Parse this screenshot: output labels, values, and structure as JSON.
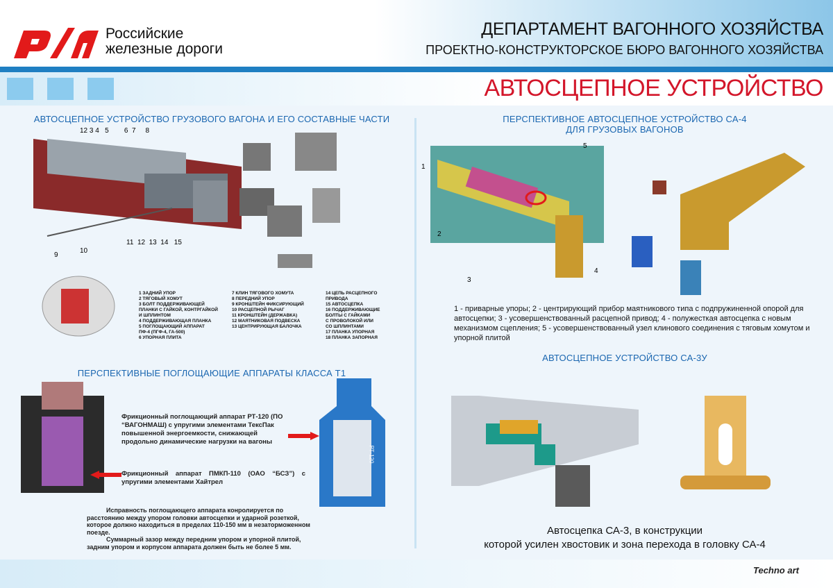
{
  "header": {
    "logo_text_1": "Российские",
    "logo_text_2": "железные дороги",
    "logo_mark": "РЖД",
    "department": "ДЕПАРТАМЕНТ ВАГОННОГО ХОЗЯЙСТВА",
    "bureau": "ПРОЕКТНО-КОНСТРУКТОРСКОЕ БЮРО ВАГОННОГО ХОЗЯЙСТВА",
    "title": "АВТОСЦЕПНОЕ УСТРОЙСТВО"
  },
  "section1": {
    "heading": "АВТОСЦЕПНОЕ УСТРОЙСТВО ГРУЗОВОГО ВАГОНА И ЕГО СОСТАВНЫЕ ЧАСТИ",
    "callouts_top": "12 3 4   5        6  7     8",
    "callouts_bottom": "11  12  13  14   15",
    "callout_9": "9",
    "callout_10": "10",
    "parts_col1": "1 ЗАДНИЙ УПОР\n2 ТЯГОВЫЙ ХОМУТ\n3 БОЛТ ПОДДЕРЖИВАЮЩЕЙ\nПЛАНКИ С ГАЙКОЙ, КОНТРГАЙКОЙ\nИ ШПЛИНТОМ\n4 ПОДДЕРЖИВАЮЩАЯ ПЛАНКА\n5 ПОГЛОЩАЮЩИЙ АППАРАТ\nПФ-4 (ПГФ-4, ГА-500)\n6 УПОРНАЯ ПЛИТА",
    "parts_col2": "7 КЛИН ТЯГОВОГО ХОМУТА\n8 ПЕРЕДНИЙ УПОР\n9 КРОНШТЕЙН ФИКСИРУЮЩИЙ\n10 РАСЦЕПНОЙ РЫЧАГ\n11 КРОНШТЕЙН (ДЕРЖАВКА)\n12 МАЯТНИКОВАЯ ПОДВЕСКА\n13 ЦЕНТРИРУЮЩАЯ БАЛОЧКА",
    "parts_col3": "14 ЦЕПЬ РАСЦЕПНОГО\nПРИВОДА\n15 АВТОСЦЕПКА\n16 ПОДДЕРЖИВАЮЩИЕ\nБОЛТЫ С ГАЙКАМИ\nС ПРОВОЛОКОЙ ИЛИ\nСО ШПЛИНТАМИ\n17 ПЛАНКА УПОРНАЯ\n18 ПЛАНКА ЗАПОРНАЯ"
  },
  "section2": {
    "heading_1": "ПЕРСПЕКТИВНОЕ АВТОСЦЕПНОЕ УСТРОЙСТВО СА-4",
    "heading_2": "ДЛЯ ГРУЗОВЫХ ВАГОНОВ",
    "callouts": [
      "1",
      "2",
      "3",
      "4",
      "5"
    ],
    "description": "1 - приварные упоры; 2 - центрирующий прибор маятникового типа с подпружиненной опорой для автосцепки; 3 - усовершенствованный расцепной привод; 4 - полужесткая автосцепка с новым механизмом сцепления; 5 - усовершенствованный узел клинового соединения с тяговым хомутом и упорной плитой"
  },
  "section3": {
    "heading": "ПЕРСПЕКТИВНЫЕ ПОГЛОЩАЮЩИЕ АППАРАТЫ КЛАССА Т1",
    "rt120": "Фрикционный поглощающий аппарат РТ-120 (ПО “ВАГОНМАШ) с упругими элементами ТексПак повышенной энергоемкости, снижающей продольно динамические нагрузки на вагоны",
    "pmkp": "Фрикционный аппарат ПМКП-110 (ОАО “БСЗ”) с упругими элементами Хайтрел",
    "note_1": "Исправность поглощающего аппарата конролируется по расстоянию между упором головки автосцепки и ударной розеткой, которое должно находиться в пределах 110-150 мм в незаторможенном поезде.",
    "note_2": "Суммарный зазор между передним упором и упорной плитой, задним упором и корпусом аппарата должен быть не более 5 мм.",
    "device_label": "РТ-120"
  },
  "section4": {
    "heading": "АВТОСЦЕПНОЕ УСТРОЙСТВО СА-3У",
    "caption_1": "Автосцепка СА-3, в конструкции",
    "caption_2": "которой усилен хвостовик и зона перехода в головку СА-4"
  },
  "footer": {
    "brand": "Techno art"
  },
  "colors": {
    "accent_red": "#d3162a",
    "heading_blue": "#1a66b0",
    "stripe_blue": "#1f7fc2",
    "gold": "#c99a2e",
    "device_blue": "#2a78c8"
  }
}
